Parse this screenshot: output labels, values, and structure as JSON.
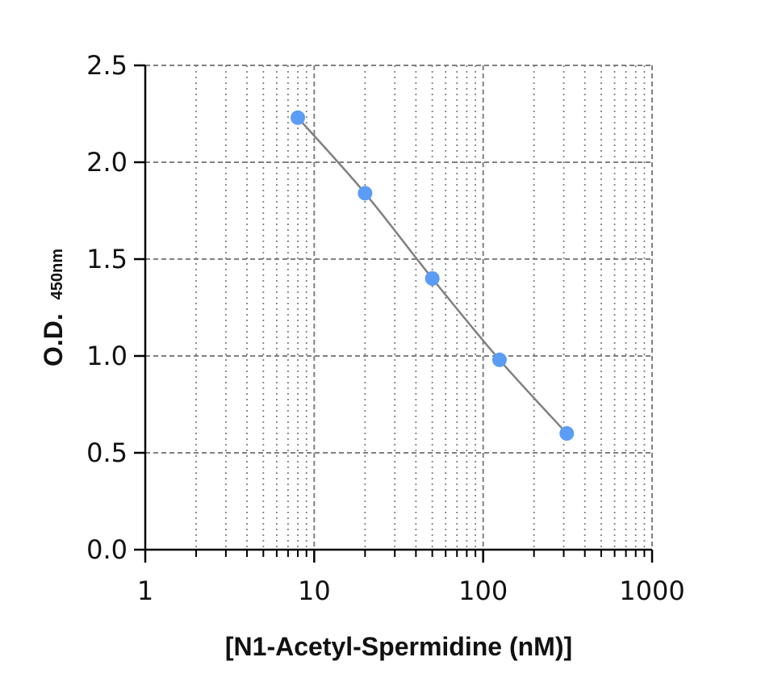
{
  "chart_data": {
    "type": "scatter",
    "title": "",
    "xlabel": "[N1-Acetyl-Spermidine (nM)]",
    "ylabel": "O.D.",
    "ylabel_sub": "450nm",
    "x_scale": "log",
    "xlim": [
      1,
      1000
    ],
    "ylim": [
      0,
      2.5
    ],
    "x_ticks": [
      "1",
      "10",
      "100",
      "1000"
    ],
    "y_ticks": [
      "0.0",
      "0.5",
      "1.0",
      "1.5",
      "2.0",
      "2.5"
    ],
    "grid": true,
    "fit_line": true,
    "series": [
      {
        "x": [
          8,
          20,
          50,
          125,
          312.5
        ],
        "y": [
          2.23,
          1.84,
          1.4,
          0.98,
          0.6
        ]
      }
    ],
    "colors": {
      "marker": "#5b9cf5",
      "fit_line": "#808080",
      "grid": "#808080",
      "axis": "#000000"
    }
  }
}
